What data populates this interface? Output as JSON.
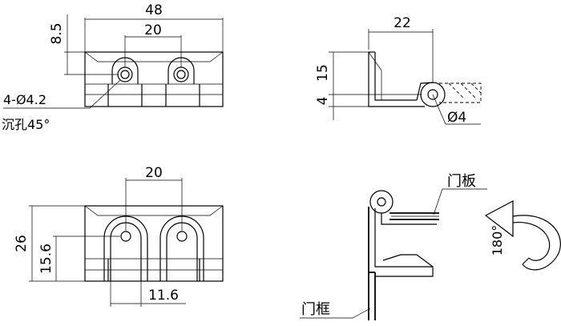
{
  "top_front_view": {
    "width_dim": "48",
    "hole_pitch_dim": "20",
    "height_dim": "8.5",
    "hole_note": "4-Ø4.2",
    "countersink_note": "沉孔45°"
  },
  "side_view": {
    "length_dim": "22",
    "height_dim": "15",
    "thickness_dim": "4",
    "pin_dim": "Ø4"
  },
  "bottom_front_view": {
    "hole_pitch_dim": "20",
    "height_dim": "26",
    "hole_height_dim": "15.6",
    "hole_width_dim": "11.6"
  },
  "install_view": {
    "door_panel_label": "门板",
    "door_frame_label": "门框",
    "rotation_label": "180°"
  }
}
